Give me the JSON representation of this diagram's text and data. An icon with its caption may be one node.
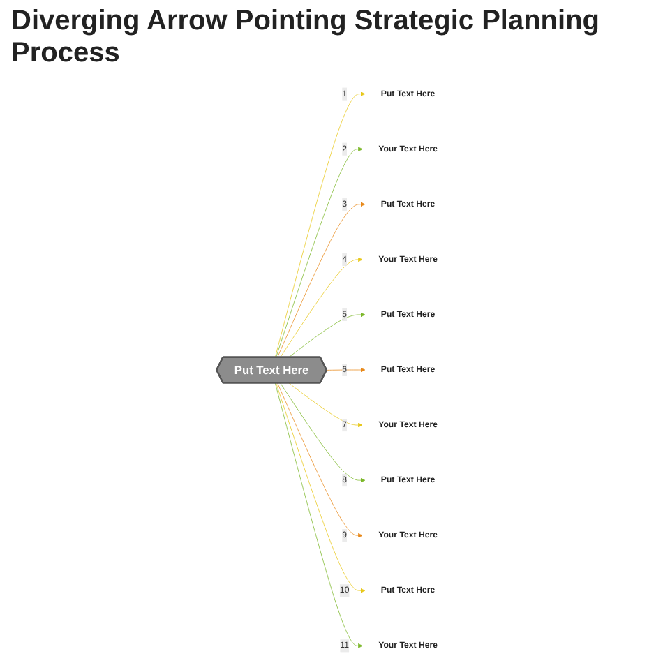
{
  "diagram": {
    "title": "Diverging Arrow Pointing Strategic Planning Process",
    "nodes": [
      {
        "text": [
          "Put Text Here"
        ]
      },
      {
        "text": [
          "Put Text Here"
        ]
      },
      {
        "text": [
          "Your Text Here"
        ]
      },
      {
        "text": [
          "Put Text Here"
        ]
      },
      {
        "text": [
          "Your Text Here"
        ]
      },
      {
        "text": [
          "Put Text Here"
        ]
      },
      {
        "text": [
          "Put Text Here"
        ]
      },
      {
        "text": [
          "Your Text Here"
        ]
      },
      {
        "text": [
          "Put Text Here"
        ]
      },
      {
        "text": [
          "Your Text Here"
        ]
      },
      {
        "text": [
          "Put Text Here"
        ]
      },
      {
        "text": [
          "Your Text Here"
        ]
      }
    ],
    "edges": [
      {
        "from": 0,
        "to": 1,
        "arrow": "to",
        "label": "1",
        "color": "#e8c81a"
      },
      {
        "from": 0,
        "to": 2,
        "arrow": "to",
        "label": "2",
        "color": "#7cb82a"
      },
      {
        "from": 0,
        "to": 3,
        "arrow": "to",
        "label": "3",
        "color": "#e8891a"
      },
      {
        "from": 0,
        "to": 4,
        "arrow": "to",
        "label": "4",
        "color": "#e8c81a"
      },
      {
        "from": 0,
        "to": 5,
        "arrow": "to",
        "label": "5",
        "color": "#7cb82a"
      },
      {
        "from": 0,
        "to": 6,
        "arrow": "to",
        "label": "6",
        "color": "#e8891a"
      },
      {
        "from": 0,
        "to": 7,
        "arrow": "to",
        "label": "7",
        "color": "#e8c81a"
      },
      {
        "from": 0,
        "to": 8,
        "arrow": "to",
        "label": "8",
        "color": "#7cb82a"
      },
      {
        "from": 0,
        "to": 9,
        "arrow": "to",
        "label": "9",
        "color": "#e8891a"
      },
      {
        "from": 0,
        "to": 10,
        "arrow": "to",
        "label": "10",
        "color": "#e8c81a"
      },
      {
        "from": 0,
        "to": 11,
        "arrow": "to",
        "label": "11",
        "color": "#7cb82a"
      }
    ]
  }
}
